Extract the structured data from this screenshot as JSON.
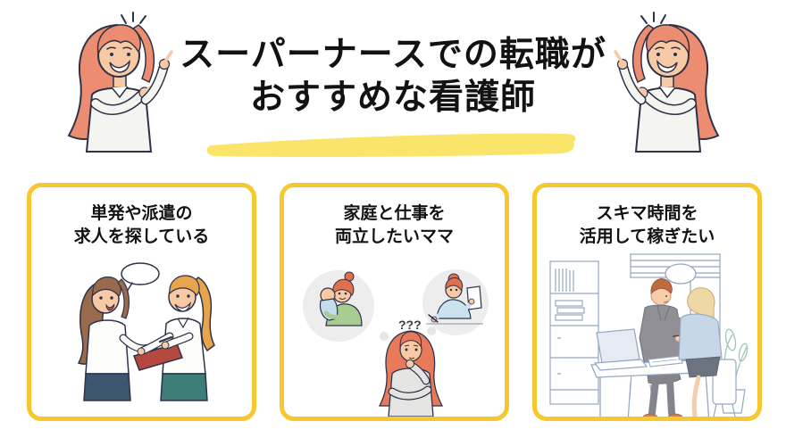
{
  "title": {
    "line1": "スーパーナースでの転職が",
    "line2": "おすすめな看護師"
  },
  "cards": [
    {
      "title_line1": "単発や派遣の",
      "title_line2": "求人を探している"
    },
    {
      "title_line1": "家庭と仕事を",
      "title_line2": "両立したいママ"
    },
    {
      "title_line1": "スキマ時間を",
      "title_line2": "活用して稼ぎたい"
    }
  ],
  "card2_art": {
    "question_marks": "???"
  },
  "colors": {
    "background": "#ffffff",
    "title_text": "#121212",
    "title_highlight": "#FAE469",
    "card_border": "#F6C72E",
    "character_hair": "#EC8C70",
    "outline": "#2E3248"
  },
  "icons": [
    "pointing-woman-left-icon",
    "pointing-woman-right-icon",
    "speech-bubble-icon",
    "clipboard-icon",
    "thought-bubble-icon",
    "laptop-icon",
    "plant-icon",
    "bookshelf-icon"
  ]
}
